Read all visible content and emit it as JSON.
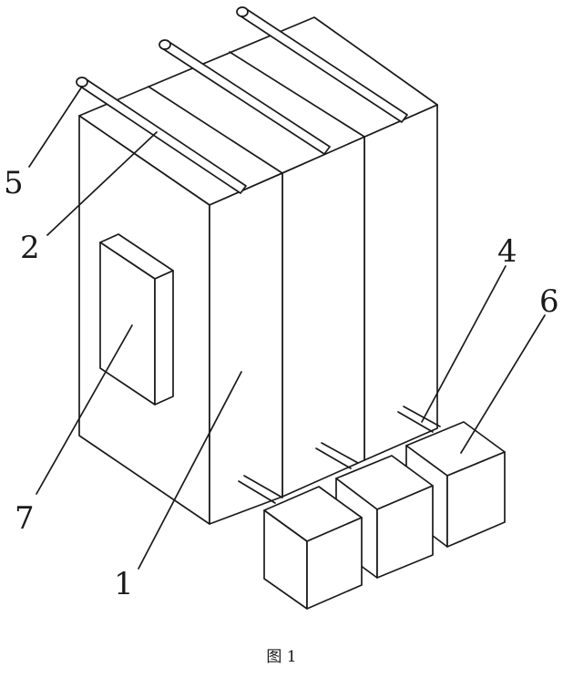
{
  "caption": "图 1",
  "labels": {
    "cabinet": "1",
    "top_seam": "2",
    "pipe_stub": "4",
    "top_rod": "5",
    "box": "6",
    "front_box": "7"
  }
}
